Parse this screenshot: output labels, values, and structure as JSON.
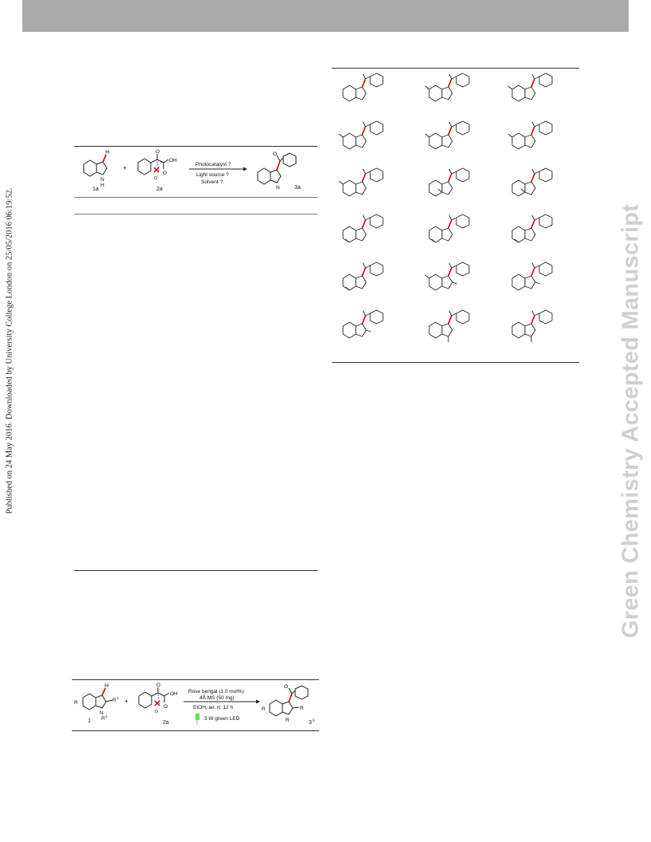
{
  "watermark": "Green Chemistry Accepted Manuscript",
  "publication_note": "Published on 24 May 2016. Downloaded by University College London on 25/05/2016 06:19:52.",
  "scheme1": {
    "label_1a": "1a",
    "label_2a": "2a",
    "label_3a": "3a",
    "plus": "+",
    "atom_H_top": "H",
    "atom_N": "N",
    "atom_H_n": "H",
    "atom_OH": "OH",
    "atom_O1": "O",
    "atom_O2": "O",
    "atom_O3": "O",
    "photocatalyst": "Photocatalyst ?",
    "light_source": "Light source ?",
    "solvent": "Solvent ?",
    "colors": {
      "photocatalyst": "#cc00cc",
      "light_source": "#00aa00",
      "solvent": "#0000cc"
    }
  },
  "scheme2": {
    "label_1": "1",
    "label_2a": "2a",
    "label_3": "3",
    "label_3_sup": "b",
    "plus": "+",
    "atom_H": "H",
    "atom_R": "R",
    "atom_R1": "R",
    "atom_R1_sup": "1",
    "atom_R2": "R",
    "atom_R2_sup": "2",
    "atom_N": "N",
    "atom_OH": "OH",
    "atom_O1": "O",
    "atom_O2": "O",
    "atom_O3": "O",
    "cond_line1": "Rose bengal (1.0 mol%)",
    "cond_line2": "4Å MS (50 mg)",
    "cond_line3": "EtOH, air, rt, 12 h",
    "light": "3 W green LED",
    "colors": {
      "light": "#44cc44",
      "bond": "#cc0000",
      "dashed": "#cc00cc"
    }
  }
}
